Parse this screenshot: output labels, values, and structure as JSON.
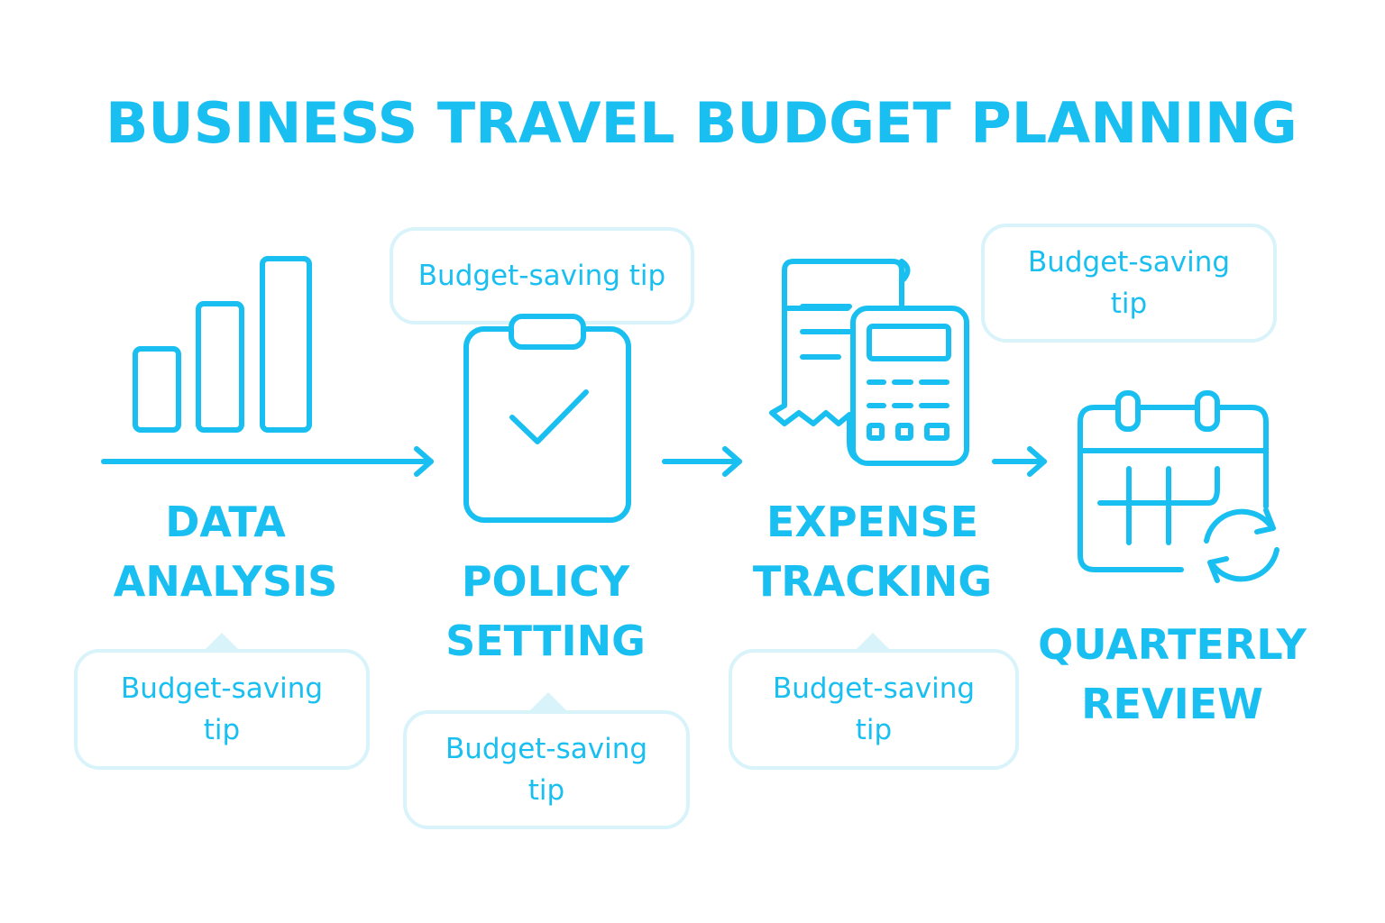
{
  "title": "BUSINESS TRAVEL BUDGET PLANNING",
  "steps": [
    {
      "line1": "DATA",
      "line2": "ANALYSIS",
      "icon": "bar-chart-icon"
    },
    {
      "line1": "POLICY",
      "line2": "SETTING",
      "icon": "clipboard-check-icon"
    },
    {
      "line1": "EXPENSE",
      "line2": "TRACKING",
      "icon": "receipt-calculator-icon"
    },
    {
      "line1": "QUARTERLY",
      "line2": "REVIEW",
      "icon": "calendar-refresh-icon"
    }
  ],
  "tips": [
    {
      "text": "Budget-saving tip"
    },
    {
      "text": "Budget-saving tip"
    },
    {
      "text": "Budget-saving tip"
    },
    {
      "text": "Budget-saving tip"
    },
    {
      "text": "Budget-saving tip"
    }
  ],
  "colors": {
    "accent": "#19bff0",
    "tip_border": "#d9f3fb",
    "background": "#ffffff"
  }
}
